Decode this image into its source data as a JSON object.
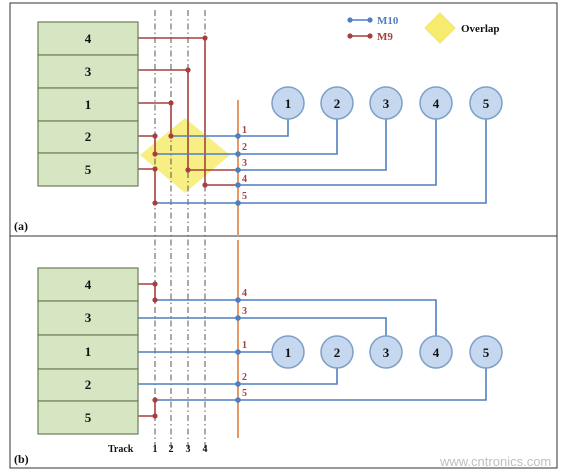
{
  "legend": {
    "m10": "M10",
    "m9": "M9",
    "overlap": "Overlap"
  },
  "panel_a": {
    "label": "(a)",
    "blocks": [
      "4",
      "3",
      "1",
      "2",
      "5"
    ],
    "nodes": [
      "1",
      "2",
      "3",
      "4",
      "5"
    ],
    "nets": [
      "1",
      "2",
      "3",
      "4",
      "5"
    ]
  },
  "panel_b": {
    "label": "(b)",
    "blocks": [
      "4",
      "3",
      "1",
      "2",
      "5"
    ],
    "nodes": [
      "1",
      "2",
      "3",
      "4",
      "5"
    ],
    "nets": [
      "4",
      "3",
      "1",
      "2",
      "5"
    ]
  },
  "track_axis": {
    "label": "Track",
    "ticks": [
      "1",
      "2",
      "3",
      "4"
    ]
  },
  "watermark": "www.cntronics.com",
  "colors": {
    "m10": "#4f7fc1",
    "m9": "#a6403f",
    "overlap": "#f7ec6e",
    "block_fill": "#d6e6c3",
    "node_fill": "#c5d8ef",
    "separator": "#e59a66"
  }
}
